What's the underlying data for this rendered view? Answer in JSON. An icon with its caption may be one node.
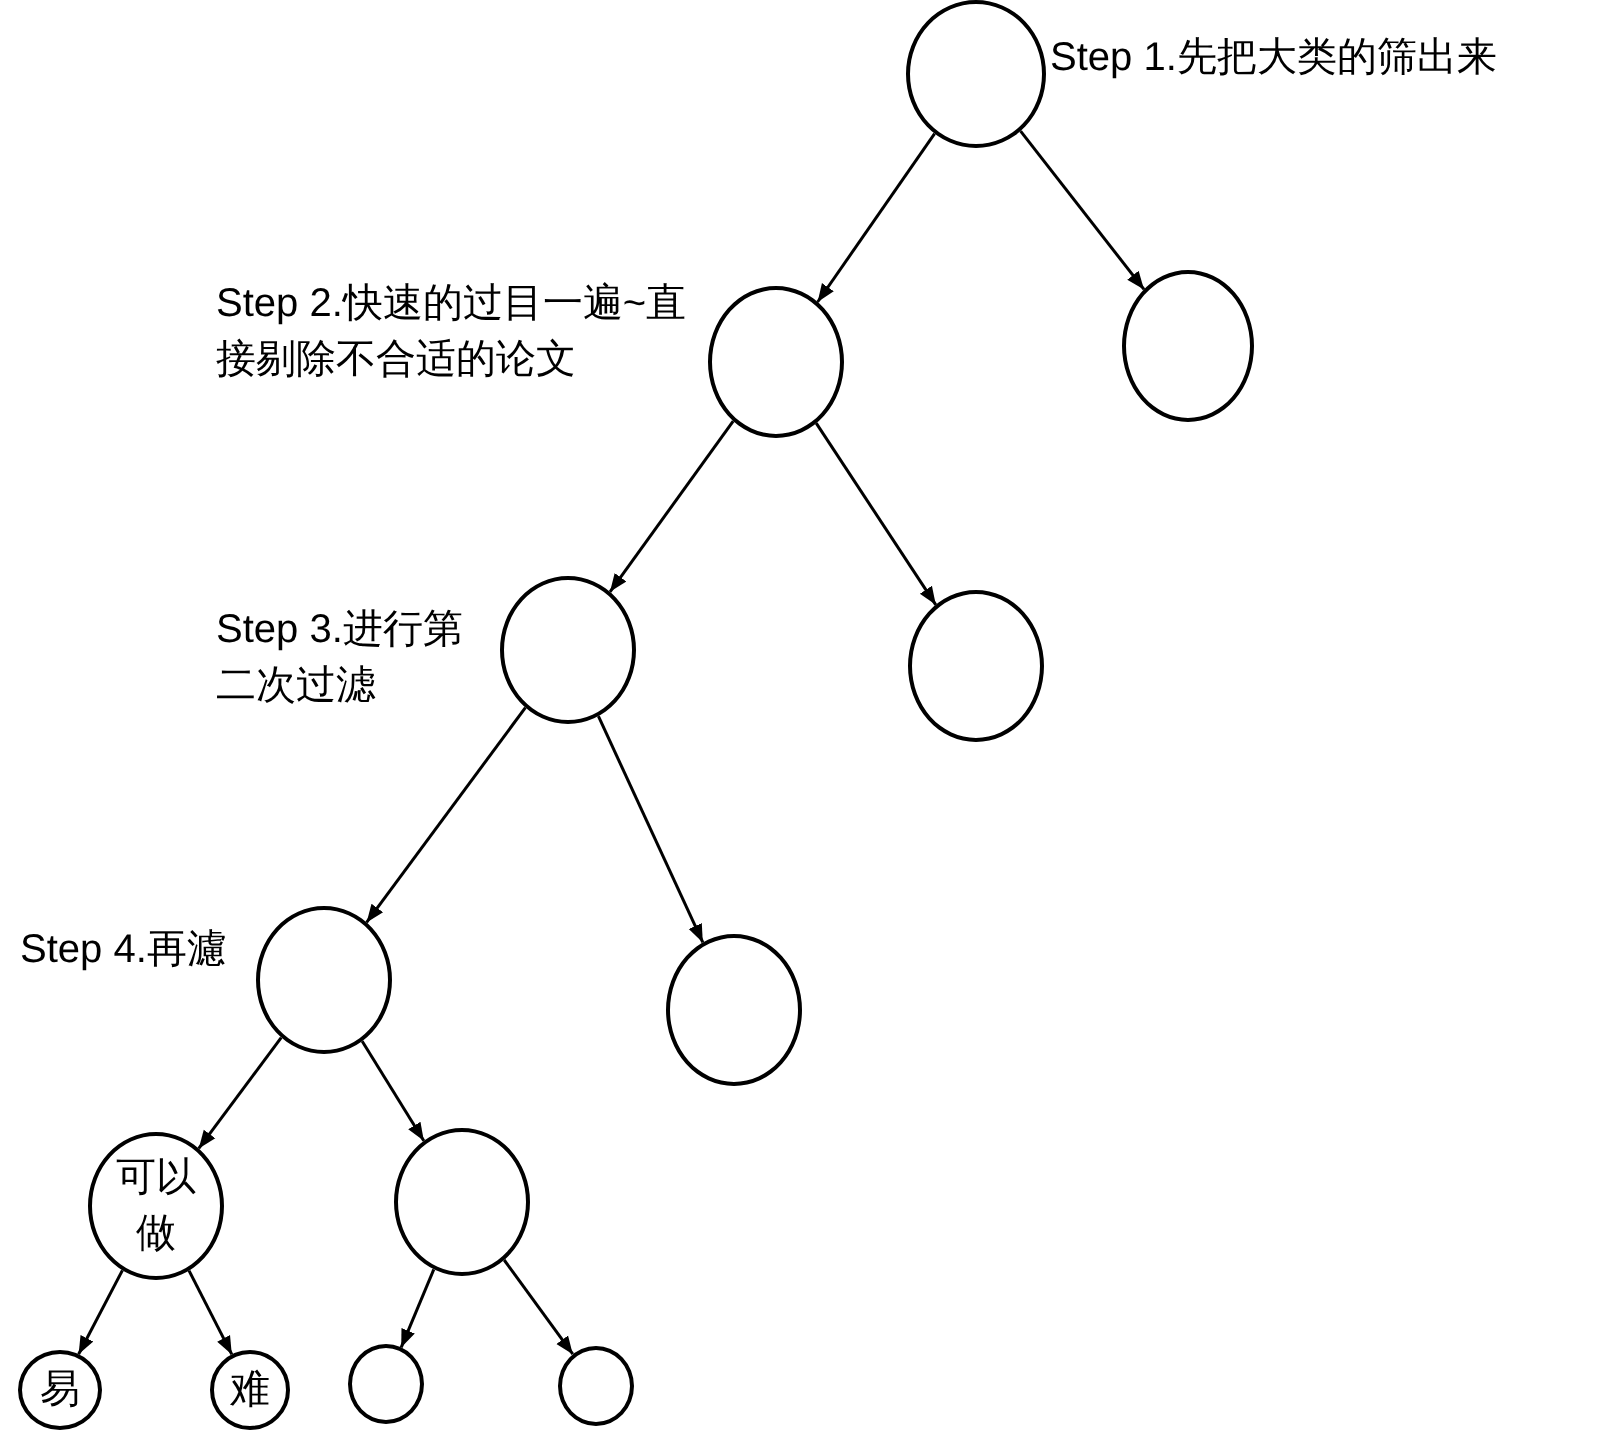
{
  "diagram": {
    "nodes": [
      {
        "text": [],
        "shape": "circle",
        "beside": [
          "Step 1.先把大类的筛出来"
        ]
      },
      {
        "text": [],
        "shape": "circle",
        "beside": [
          "Step 2.快速的过目一遍~直接剔除不合适的论文"
        ]
      },
      {
        "text": [],
        "shape": "circle"
      },
      {
        "text": [],
        "shape": "circle",
        "beside": [
          "Step 3.进行第二次过滤"
        ]
      },
      {
        "text": [],
        "shape": "circle"
      },
      {
        "text": [],
        "shape": "circle",
        "beside": [
          "Step 4.再濾"
        ]
      },
      {
        "text": [],
        "shape": "circle"
      },
      {
        "text": [
          "可以做"
        ]
      },
      {
        "text": [],
        "shape": "circle"
      },
      {
        "text": [
          "易"
        ]
      },
      {
        "text": [
          "难"
        ]
      },
      {
        "text": [],
        "shape": "circle"
      },
      {
        "text": [],
        "shape": "circle"
      }
    ],
    "edges": [
      {
        "from": 0,
        "to": 1,
        "arrow": "to"
      },
      {
        "from": 0,
        "to": 2,
        "arrow": "to"
      },
      {
        "from": 1,
        "to": 3,
        "arrow": "to"
      },
      {
        "from": 1,
        "to": 4,
        "arrow": "to"
      },
      {
        "from": 3,
        "to": 5,
        "arrow": "to"
      },
      {
        "from": 3,
        "to": 6,
        "arrow": "to"
      },
      {
        "from": 5,
        "to": 7,
        "arrow": "to"
      },
      {
        "from": 5,
        "to": 8,
        "arrow": "to"
      },
      {
        "from": 7,
        "to": 9,
        "arrow": "to"
      },
      {
        "from": 7,
        "to": 10,
        "arrow": "to"
      },
      {
        "from": 8,
        "to": 11,
        "arrow": "to"
      },
      {
        "from": 8,
        "to": 12,
        "arrow": "to"
      }
    ]
  }
}
